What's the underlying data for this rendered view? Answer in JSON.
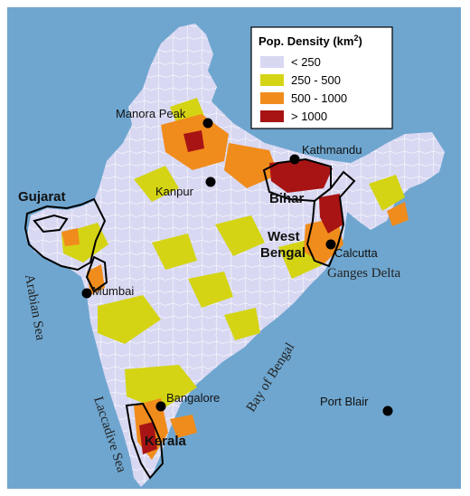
{
  "colors": {
    "sea": "#6fa6cf",
    "low": "#d8d8f2",
    "medium": "#d4d414",
    "high": "#f08c1c",
    "very_high": "#a81414",
    "border": "#000000"
  },
  "legend": {
    "title": "Pop. Density (km",
    "title_sup": "2",
    "title_end": ")",
    "items": [
      {
        "label": "< 250",
        "color": "#d8d8f2"
      },
      {
        "label": "250 - 500",
        "color": "#d4d414"
      },
      {
        "label": "500 - 1000",
        "color": "#f08c1c"
      },
      {
        "label": "> 1000",
        "color": "#a81414"
      }
    ]
  },
  "cities": {
    "manora_peak": "Manora Peak",
    "kathmandu": "Kathmandu",
    "kanpur": "Kanpur",
    "mumbai": "Mumbai",
    "calcutta": "Calcutta",
    "bangalore": "Bangalore",
    "port_blair": "Port Blair"
  },
  "regions": {
    "gujarat": "Gujarat",
    "bihar": "Bihar",
    "west_bengal_1": "West",
    "west_bengal_2": "Bengal",
    "kerala": "Kerala"
  },
  "water": {
    "arabian_sea": "Arabian Sea",
    "bay_of_bengal": "Bay of Bengal",
    "laccadive_sea": "Laccadive Sea",
    "ganges_delta": "Ganges Delta"
  }
}
